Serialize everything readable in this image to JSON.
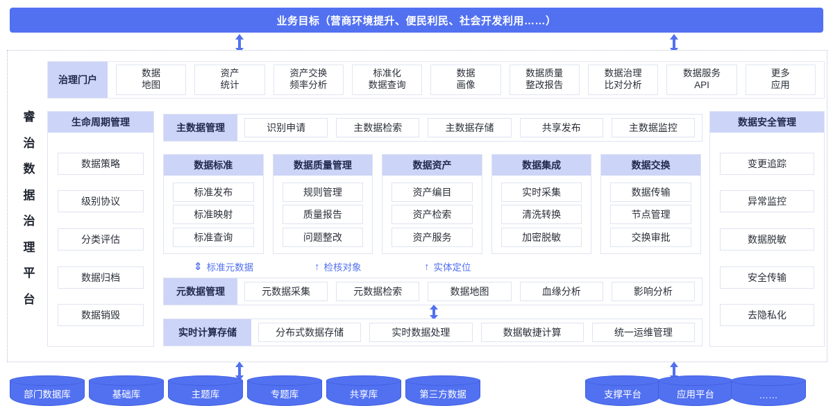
{
  "banner": {
    "text": "业务目标（营商环境提升、便民利民、社会开发利用……）"
  },
  "platform": {
    "vertical_title_chars": [
      "睿",
      "治",
      "数",
      "据",
      "治",
      "理",
      "平",
      "台"
    ]
  },
  "portal": {
    "head": "治理门户",
    "items": [
      {
        "line1": "数据",
        "line2": "地图"
      },
      {
        "line1": "资产",
        "line2": "统计"
      },
      {
        "line1": "资产交换",
        "line2": "频率分析"
      },
      {
        "line1": "标准化",
        "line2": "数据查询"
      },
      {
        "line1": "数据",
        "line2": "画像"
      },
      {
        "line1": "数据质量",
        "line2": "整改报告"
      },
      {
        "line1": "数据治理",
        "line2": "比对分析"
      },
      {
        "line1": "数据服务",
        "line2": "API"
      },
      {
        "line1": "更多",
        "line2": "应用"
      }
    ]
  },
  "lifecycle_panel": {
    "head": "生命周期管理",
    "items": [
      "数据策略",
      "级别协议",
      "分类评估",
      "数据归档",
      "数据销毁"
    ]
  },
  "security_panel": {
    "head": "数据安全管理",
    "items": [
      "变更追踪",
      "异常监控",
      "数据脱敏",
      "安全传输",
      "去隐私化"
    ]
  },
  "master_data_row": {
    "head": "主数据管理",
    "items": [
      "识别申请",
      "主数据检索",
      "主数据存储",
      "共享发布",
      "主数据监控"
    ]
  },
  "domain_columns": [
    {
      "head": "数据标准",
      "items": [
        "标准发布",
        "标准映射",
        "标准查询"
      ]
    },
    {
      "head": "数据质量管理",
      "items": [
        "规则管理",
        "质量报告",
        "问题整改"
      ]
    },
    {
      "head": "数据资产",
      "items": [
        "资产编目",
        "资产检索",
        "资产服务"
      ]
    },
    {
      "head": "数据集成",
      "items": [
        "实时采集",
        "清洗转换",
        "加密脱敏"
      ]
    },
    {
      "head": "数据交换",
      "items": [
        "数据传输",
        "节点管理",
        "交换审批"
      ]
    }
  ],
  "arrow_labels": [
    {
      "glyph": "⇕",
      "text": "标准元数据"
    },
    {
      "glyph": "↑",
      "text": "检核对象"
    },
    {
      "glyph": "↑",
      "text": "实体定位"
    }
  ],
  "metadata_row": {
    "head": "元数据管理",
    "items": [
      "元数据采集",
      "元数据检索",
      "数据地图",
      "血缘分析",
      "影响分析"
    ]
  },
  "realtime_row": {
    "head": "实时计算存储",
    "items": [
      "分布式数据存储",
      "实时数据处理",
      "数据敏捷计算",
      "统一运维管理"
    ]
  },
  "bottom_sources": [
    "部门数据库",
    "基础库",
    "主题库",
    "专题库",
    "共享库",
    "第三方数据"
  ],
  "bottom_platforms": [
    "支撑平台",
    "应用平台",
    "……"
  ],
  "colors": {
    "accent": "#5271f0",
    "header_fill": "#ccd4f7",
    "box_border": "#dfe3f2",
    "frame_border": "#b9c0d4"
  }
}
